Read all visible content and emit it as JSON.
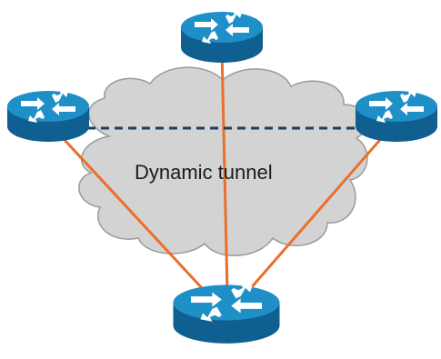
{
  "diagram": {
    "cloud_label": "Dynamic tunnel",
    "colors": {
      "cloud_fill": "#d3d3d3",
      "cloud_stroke": "#9a9a9a",
      "spoke_link": "#e8702a",
      "tunnel_line": "#1f3d5c",
      "router_top": "#1f8fc8",
      "router_side": "#0f5f90",
      "router_arrow": "#ffffff"
    },
    "nodes": [
      {
        "id": "hub",
        "role": "hub-router",
        "icon": "router-icon"
      },
      {
        "id": "spoke-top",
        "role": "spoke-router",
        "icon": "router-icon"
      },
      {
        "id": "spoke-left",
        "role": "spoke-router",
        "icon": "router-icon"
      },
      {
        "id": "spoke-right",
        "role": "spoke-router",
        "icon": "router-icon"
      }
    ],
    "links": [
      {
        "from": "spoke-left",
        "to": "hub",
        "style": "solid"
      },
      {
        "from": "spoke-top",
        "to": "hub",
        "style": "solid"
      },
      {
        "from": "spoke-right",
        "to": "hub",
        "style": "solid"
      },
      {
        "from": "spoke-left",
        "to": "spoke-right",
        "style": "dashed"
      }
    ]
  }
}
